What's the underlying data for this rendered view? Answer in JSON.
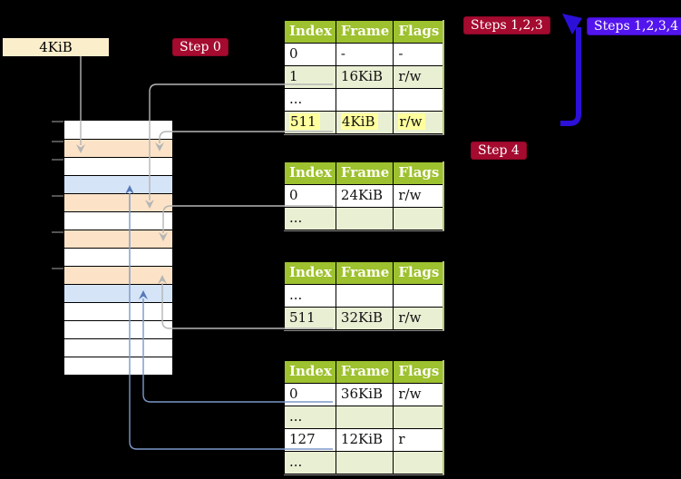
{
  "labels": {
    "frame_size": "4KiB",
    "step0": "Step 0",
    "steps123": "Steps 1,2,3",
    "steps1234": "Steps 1,2,3,4",
    "step4": "Step 4"
  },
  "colors": {
    "background": "#000000",
    "table_header_green": "#9dc12f",
    "table_row_shaded_green": "#e9efd3",
    "highlight_yellow": "#ffff9d",
    "frame_label_cream": "#fbeecb",
    "strip_orange": "#fce3c7",
    "strip_blue": "#d6e4f7",
    "badge_crimson": "#a50a2f",
    "badge_blue_violet": "#5315ee",
    "loop_arrow_blue": "#2c10d8",
    "connector_gray": "#b5b5b5",
    "connector_blue": "#7b97c9"
  },
  "page_tables": [
    {
      "name": "table-steps-123-top",
      "headers": [
        "Index",
        "Frame",
        "Flags"
      ],
      "rows": [
        {
          "cells": [
            "0",
            "-",
            "-"
          ],
          "shaded": false,
          "highlighted": false
        },
        {
          "cells": [
            "1",
            "16KiB",
            "r/w"
          ],
          "shaded": true,
          "highlighted": false
        },
        {
          "cells": [
            "...",
            "",
            ""
          ],
          "shaded": false,
          "highlighted": false
        },
        {
          "cells": [
            "511",
            "4KiB",
            "r/w"
          ],
          "shaded": true,
          "highlighted": true
        }
      ]
    },
    {
      "name": "table-second",
      "headers": [
        "Index",
        "Frame",
        "Flags"
      ],
      "rows": [
        {
          "cells": [
            "0",
            "24KiB",
            "r/w"
          ],
          "shaded": false,
          "highlighted": false
        },
        {
          "cells": [
            "...",
            "",
            ""
          ],
          "shaded": true,
          "highlighted": false
        }
      ]
    },
    {
      "name": "table-third",
      "headers": [
        "Index",
        "Frame",
        "Flags"
      ],
      "rows": [
        {
          "cells": [
            "...",
            "",
            ""
          ],
          "shaded": false,
          "highlighted": false
        },
        {
          "cells": [
            "511",
            "32KiB",
            "r/w"
          ],
          "shaded": true,
          "highlighted": false
        }
      ]
    },
    {
      "name": "table-fourth",
      "headers": [
        "Index",
        "Frame",
        "Flags"
      ],
      "rows": [
        {
          "cells": [
            "0",
            "36KiB",
            "r/w"
          ],
          "shaded": false,
          "highlighted": false
        },
        {
          "cells": [
            "...",
            "",
            ""
          ],
          "shaded": true,
          "highlighted": false
        },
        {
          "cells": [
            "127",
            "12KiB",
            "r"
          ],
          "shaded": false,
          "highlighted": false
        },
        {
          "cells": [
            "...",
            "",
            ""
          ],
          "shaded": true,
          "highlighted": false
        }
      ]
    }
  ],
  "memory_strip": {
    "rows": [
      {
        "color": "white"
      },
      {
        "color": "orange"
      },
      {
        "color": "white"
      },
      {
        "color": "blue"
      },
      {
        "color": "orange"
      },
      {
        "color": "white"
      },
      {
        "color": "orange"
      },
      {
        "color": "white"
      },
      {
        "color": "orange"
      },
      {
        "color": "blue"
      },
      {
        "color": "white"
      },
      {
        "color": "white"
      },
      {
        "color": "white"
      },
      {
        "color": "white"
      }
    ]
  }
}
